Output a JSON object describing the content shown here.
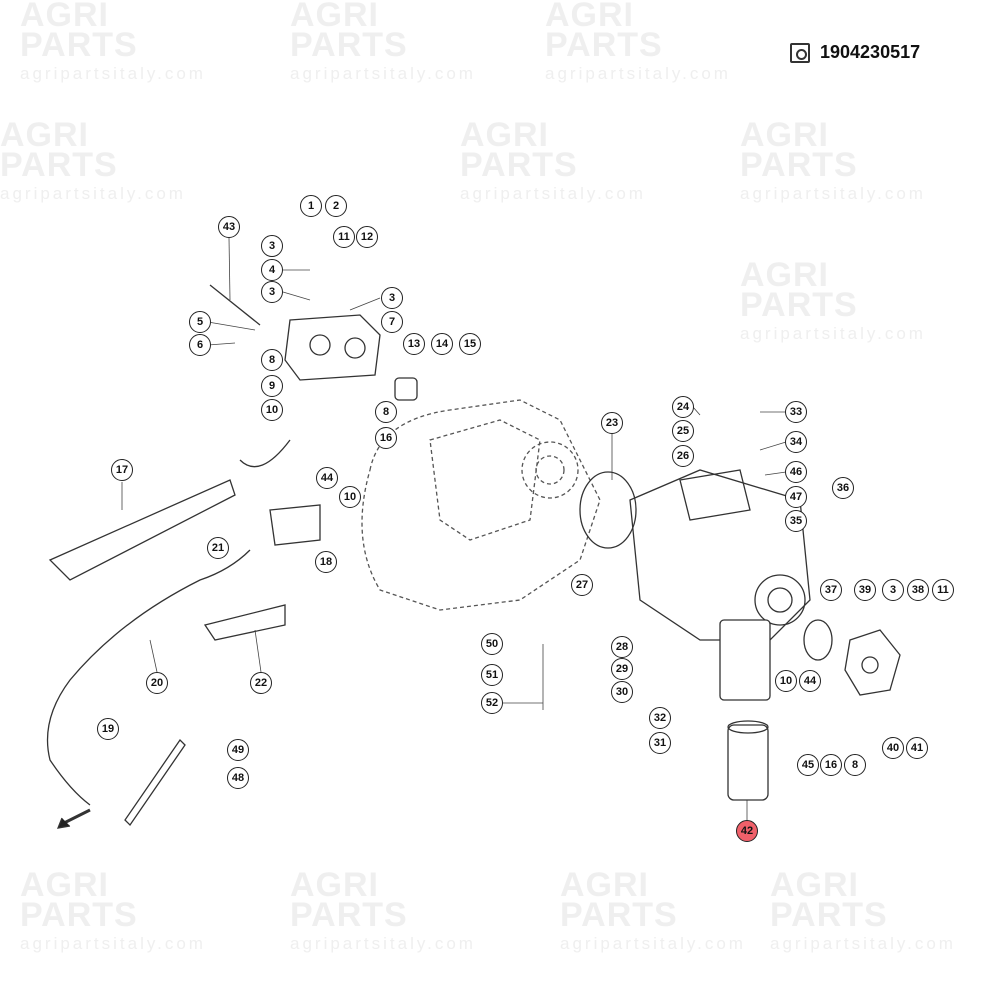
{
  "watermark": {
    "brand_line1": "AGRI",
    "brand_line2": "PARTS",
    "url": "agripartsitaly.com"
  },
  "header": {
    "part_number": "1904230517",
    "icon": "parts-book-icon"
  },
  "callouts": [
    "1",
    "2",
    "43",
    "3",
    "11",
    "12",
    "4",
    "3",
    "3",
    "5",
    "7",
    "6",
    "13",
    "14",
    "15",
    "8",
    "9",
    "10",
    "8",
    "16",
    "44",
    "10",
    "17",
    "18",
    "21",
    "20",
    "19",
    "22",
    "49",
    "48",
    "23",
    "24",
    "25",
    "26",
    "33",
    "34",
    "46",
    "47",
    "35",
    "36",
    "27",
    "37",
    "39",
    "3",
    "38",
    "11",
    "28",
    "29",
    "30",
    "50",
    "51",
    "52",
    "32",
    "31",
    "10",
    "44",
    "45",
    "16",
    "8",
    "40",
    "41",
    "42"
  ],
  "highlighted_callout": "42",
  "colors": {
    "highlight": "#f0606a",
    "line": "#222222"
  }
}
